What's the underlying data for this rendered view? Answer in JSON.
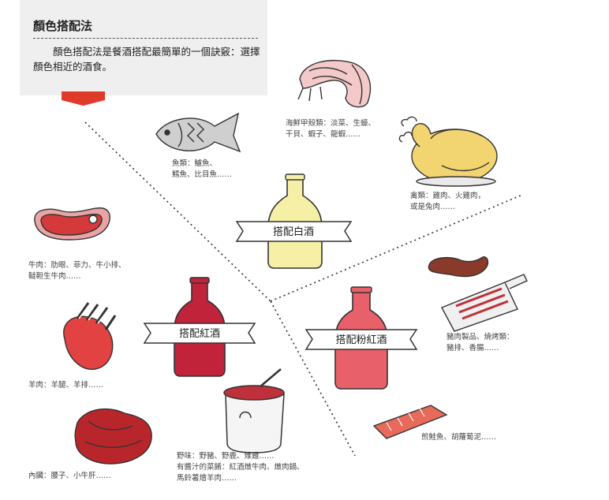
{
  "header": {
    "title": "顏色搭配法",
    "description": "顏色搭配法是餐酒搭配最簡單的一個訣竅：選擇顏色相近的酒食。"
  },
  "wines": {
    "white": {
      "label": "搭配白酒",
      "bottle_color": "#f6f0a6"
    },
    "red": {
      "label": "搭配紅酒",
      "bottle_color": "#c0233a"
    },
    "rose": {
      "label": "搭配粉紅酒",
      "bottle_color": "#e8616a"
    }
  },
  "foods": {
    "seafood": {
      "line1": "海鮮甲殼類：淡菜、生蠔、",
      "line2": "干貝、蝦子、龍蝦……"
    },
    "fish": {
      "line1": "魚類：鱸魚、",
      "line2": "鱈魚、比目魚……"
    },
    "poultry": {
      "line1": "禽類：雞肉、火雞肉，",
      "line2": "或是兔肉……"
    },
    "beef": {
      "line1": "牛肉：肋眼、菲力、牛小排、",
      "line2": "韃靼生牛肉……"
    },
    "lamb": {
      "line1": "羊肉：羊腿、羊排……"
    },
    "offal": {
      "line1": "內臟：腰子、小牛肝……"
    },
    "game": {
      "line1": "野味：野豬、野鹿、雉雞……",
      "line2": "有醬汁的菜餚：紅酒燉牛肉、燉肉鍋、",
      "line3": "馬鈴薯燴羊肉……"
    },
    "pork": {
      "line1": "豬肉製品、燒烤類：",
      "line2": "豬排、香腸……"
    },
    "salmon": {
      "line1": "煎鮭魚、胡蘿蔔泥……"
    }
  },
  "colors": {
    "accent_red": "#e03a2a",
    "header_bg": "#efefef"
  }
}
